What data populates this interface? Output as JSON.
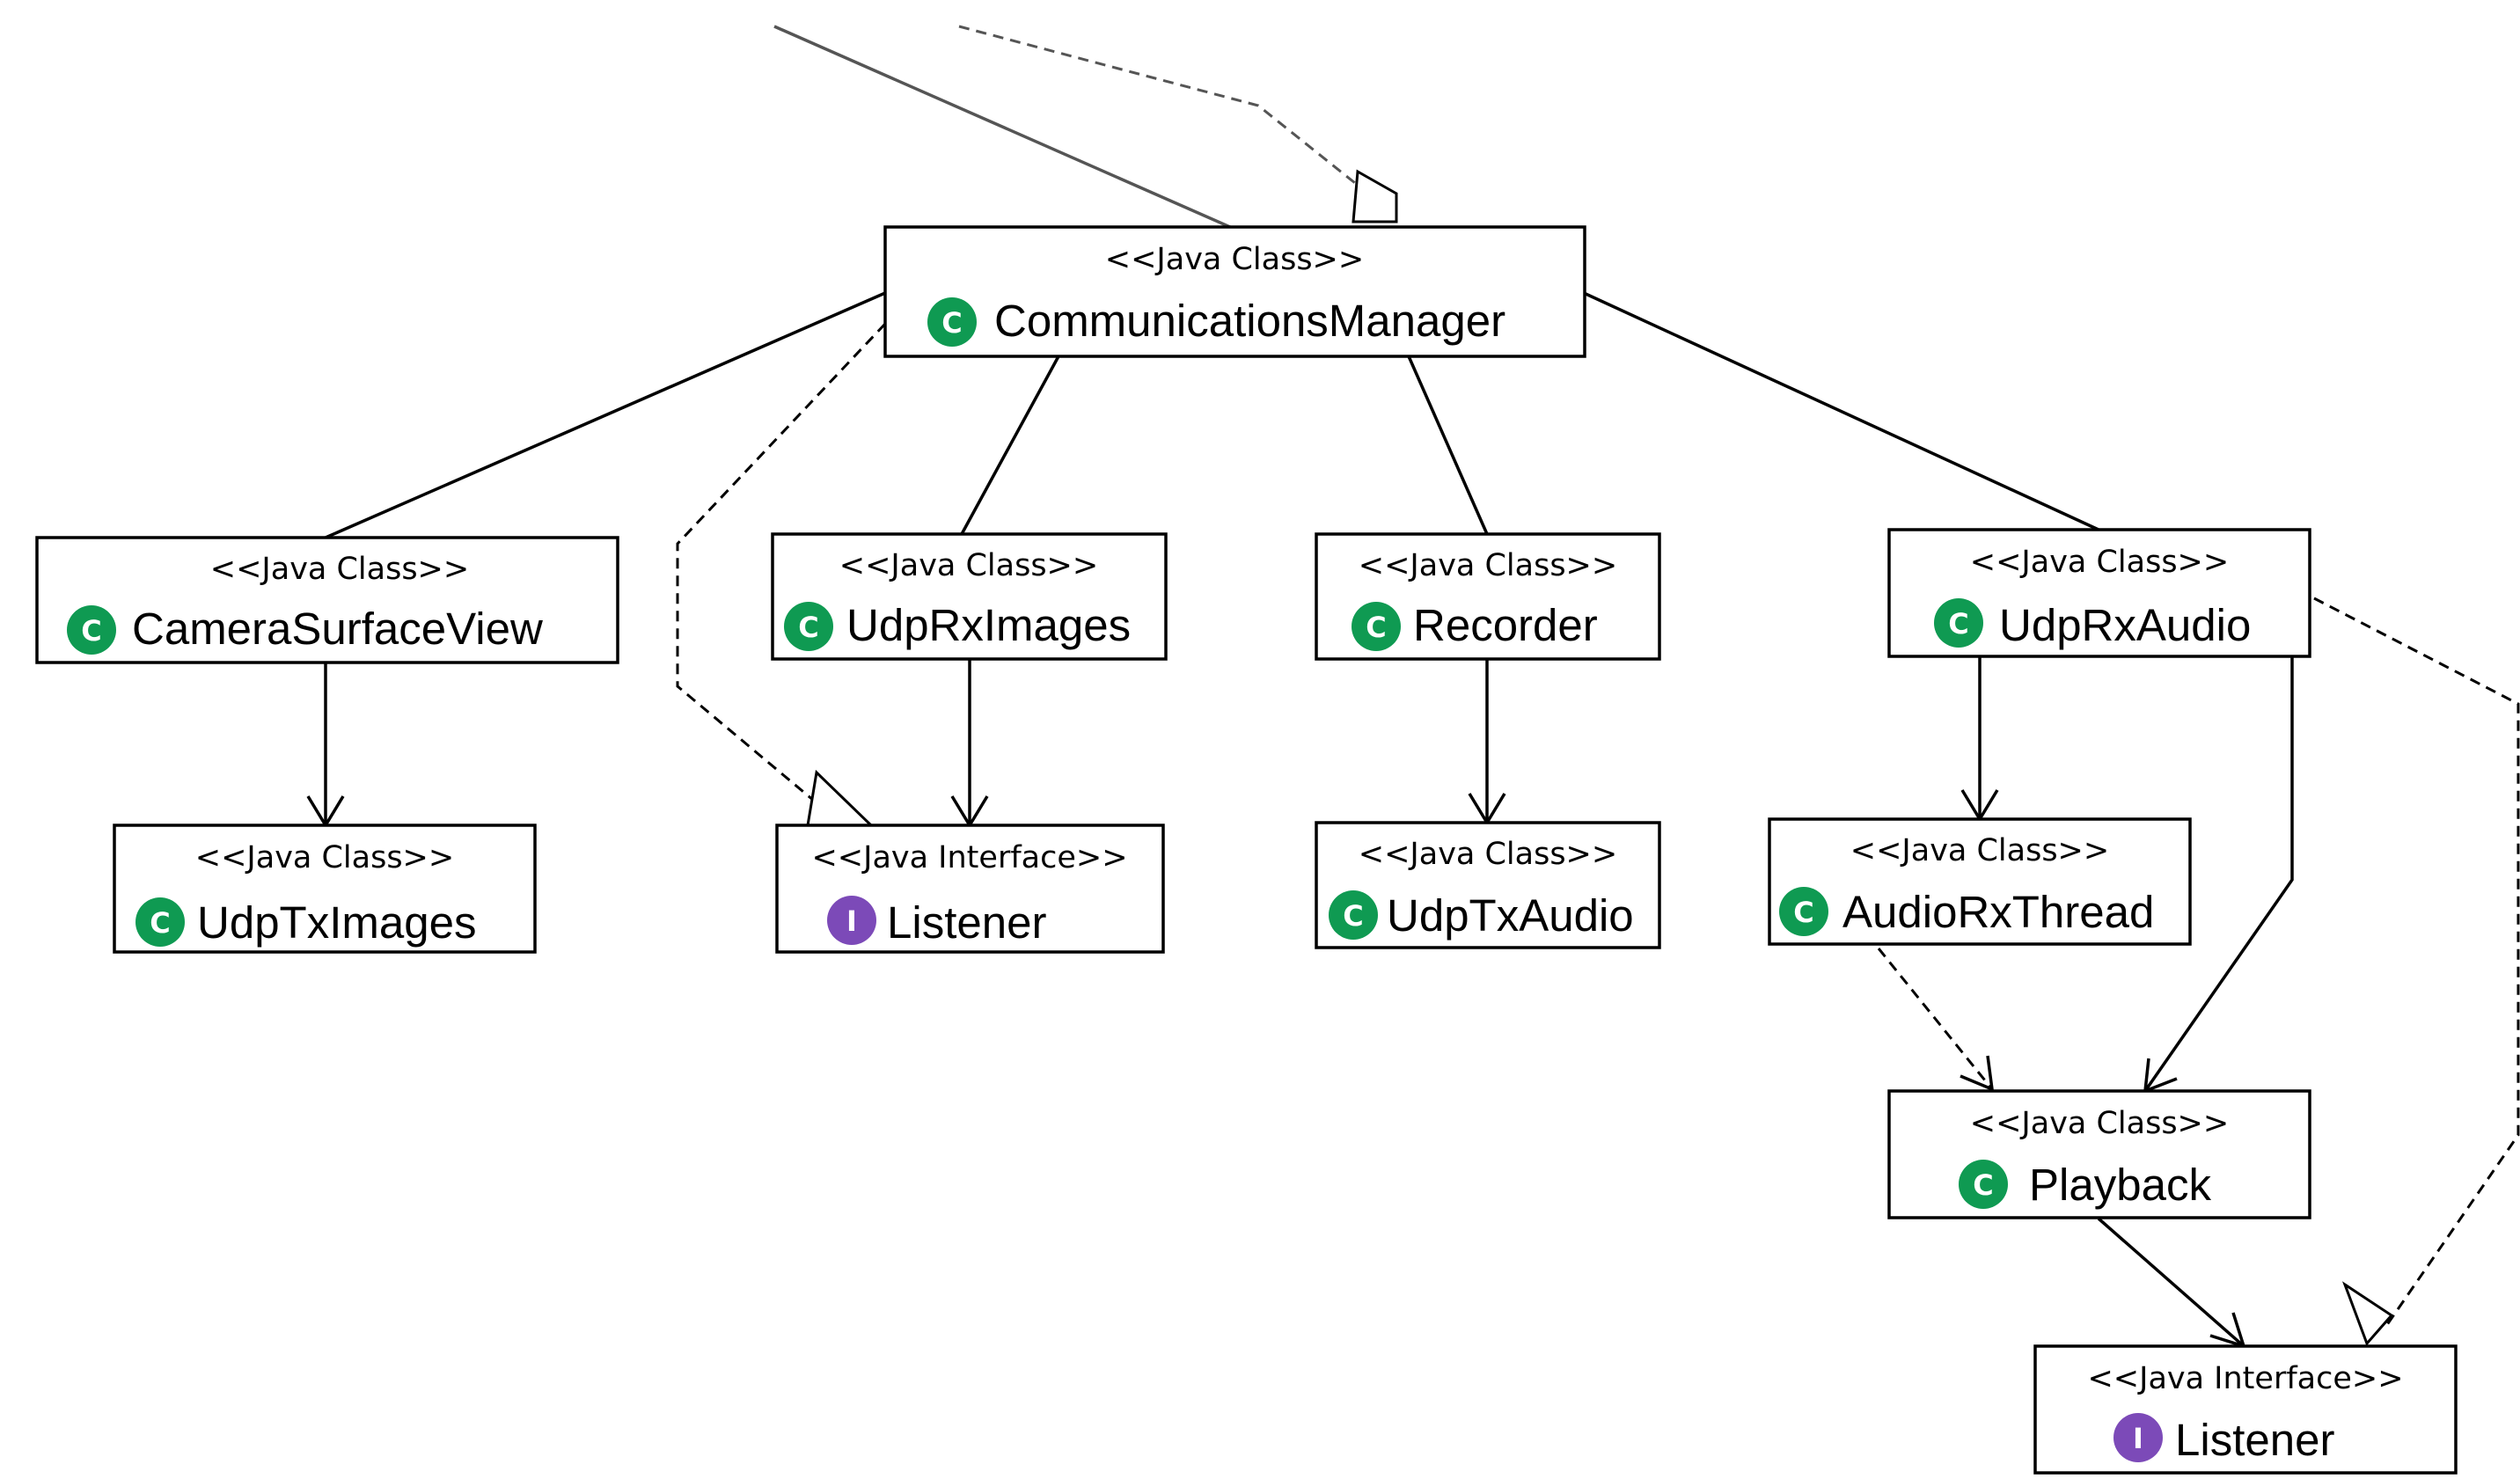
{
  "diagram": {
    "colors": {
      "class_icon": "#0f9a52",
      "interface_icon": "#7c4ab8",
      "line": "#000000",
      "box_fill": "#ffffff"
    },
    "icons": {
      "class_glyph": "C",
      "interface_glyph": "I"
    },
    "nodes": [
      {
        "id": "communications-manager",
        "stereotype": "<<Java Class>>",
        "name": "CommunicationsManager",
        "kind": "class"
      },
      {
        "id": "camera-surface-view",
        "stereotype": "<<Java Class>>",
        "name": "CameraSurfaceView",
        "kind": "class"
      },
      {
        "id": "udp-rx-images",
        "stereotype": "<<Java Class>>",
        "name": "UdpRxImages",
        "kind": "class"
      },
      {
        "id": "recorder",
        "stereotype": "<<Java Class>>",
        "name": "Recorder",
        "kind": "class"
      },
      {
        "id": "udp-rx-audio",
        "stereotype": "<<Java Class>>",
        "name": "UdpRxAudio",
        "kind": "class"
      },
      {
        "id": "udp-tx-images",
        "stereotype": "<<Java Class>>",
        "name": "UdpTxImages",
        "kind": "class"
      },
      {
        "id": "listener-1",
        "stereotype": "<<Java Interface>>",
        "name": "Listener",
        "kind": "interface"
      },
      {
        "id": "udp-tx-audio",
        "stereotype": "<<Java Class>>",
        "name": "UdpTxAudio",
        "kind": "class"
      },
      {
        "id": "audio-rx-thread",
        "stereotype": "<<Java Class>>",
        "name": "AudioRxThread",
        "kind": "class"
      },
      {
        "id": "playback",
        "stereotype": "<<Java Class>>",
        "name": "Playback",
        "kind": "class"
      },
      {
        "id": "listener-2",
        "stereotype": "<<Java Interface>>",
        "name": "Listener",
        "kind": "interface"
      }
    ]
  }
}
